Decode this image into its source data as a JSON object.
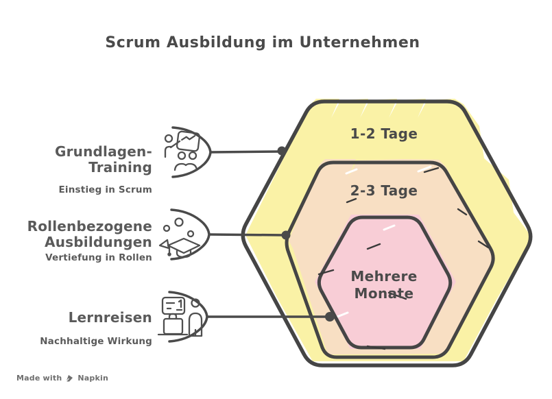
{
  "title": "Scrum Ausbildung im Unternehmen",
  "labels": [
    {
      "title": "Grundlagen-Training",
      "subtitle": "Einstieg in Scrum",
      "icon": "training-presentation-icon"
    },
    {
      "title": "Rollenbezogene Ausbildungen",
      "subtitle": "Vertiefung in Rollen",
      "icon": "graduation-cap-icon"
    },
    {
      "title": "Lernreisen",
      "subtitle": "Nachhaltige Wirkung",
      "icon": "learning-journey-icon"
    }
  ],
  "rings": [
    {
      "label": "1-2 Tage",
      "color": "#FAF2A6"
    },
    {
      "label": "2-3 Tage",
      "color": "#F8DFC3"
    },
    {
      "label": "Mehrere Monate",
      "color": "#F8CDD6"
    }
  ],
  "footer": {
    "made_with": "Made with",
    "brand": "Napkin",
    "icon": "pen-nib-icon"
  },
  "colors": {
    "outline": "#454545",
    "connector": "#4a4a4a",
    "icon_stroke": "#4f4f4f",
    "title_text": "#4a4a4a",
    "label_text": "#5a5a5a"
  }
}
